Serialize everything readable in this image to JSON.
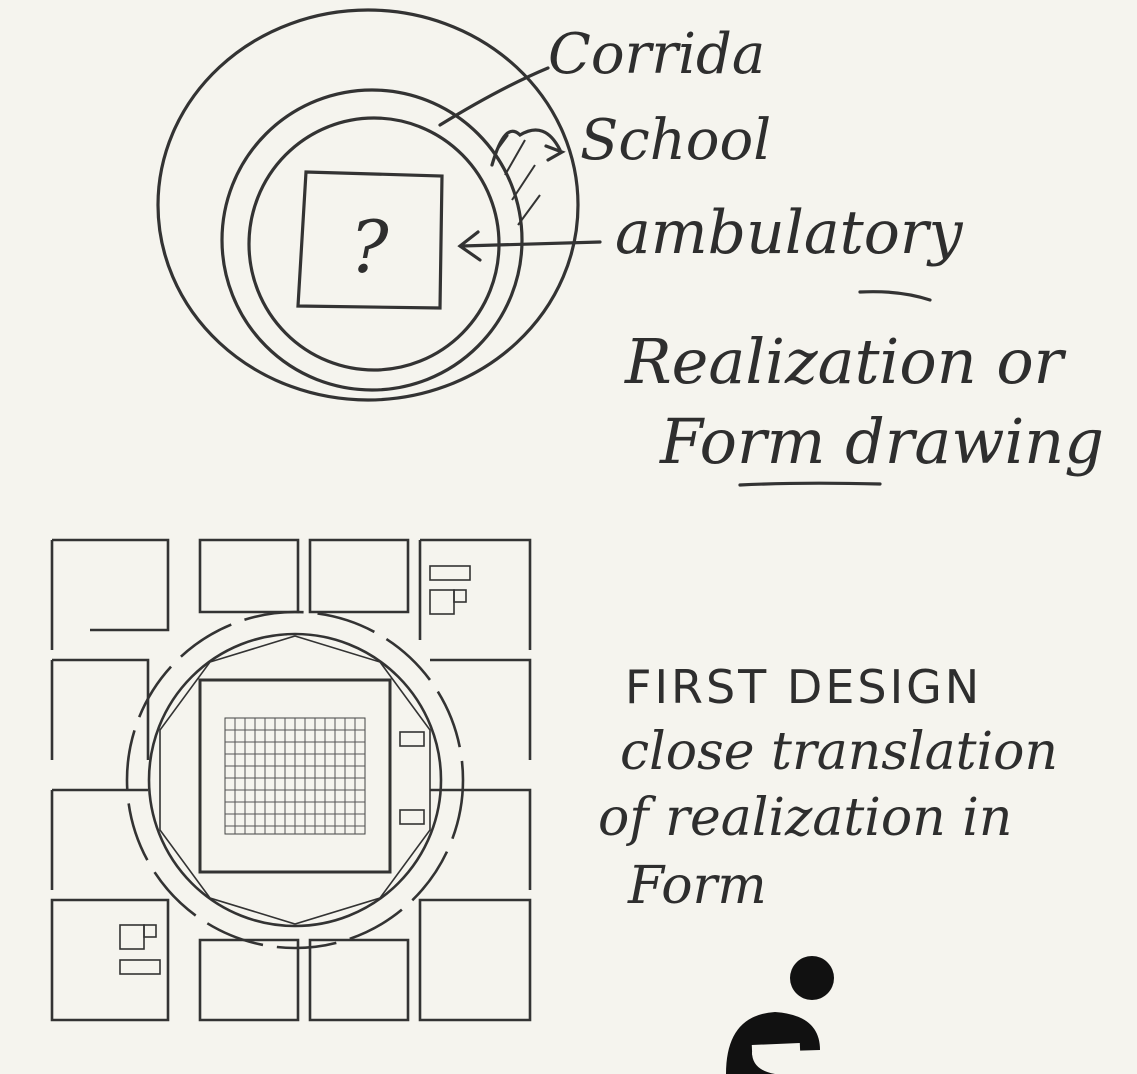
{
  "sketch": {
    "labels": {
      "corridor": "Corrida",
      "school": "School",
      "ambulatory": "ambulatory",
      "center_mark": "?"
    },
    "caption_line1": "Realization or",
    "caption_line2": "Form drawing"
  },
  "plan": {
    "caption_line1": "FIRST DESIGN",
    "caption_line2": "close translation",
    "caption_line3": "of realization in",
    "caption_line4": "Form"
  },
  "logo": {
    "name": "circle-logo-icon"
  }
}
